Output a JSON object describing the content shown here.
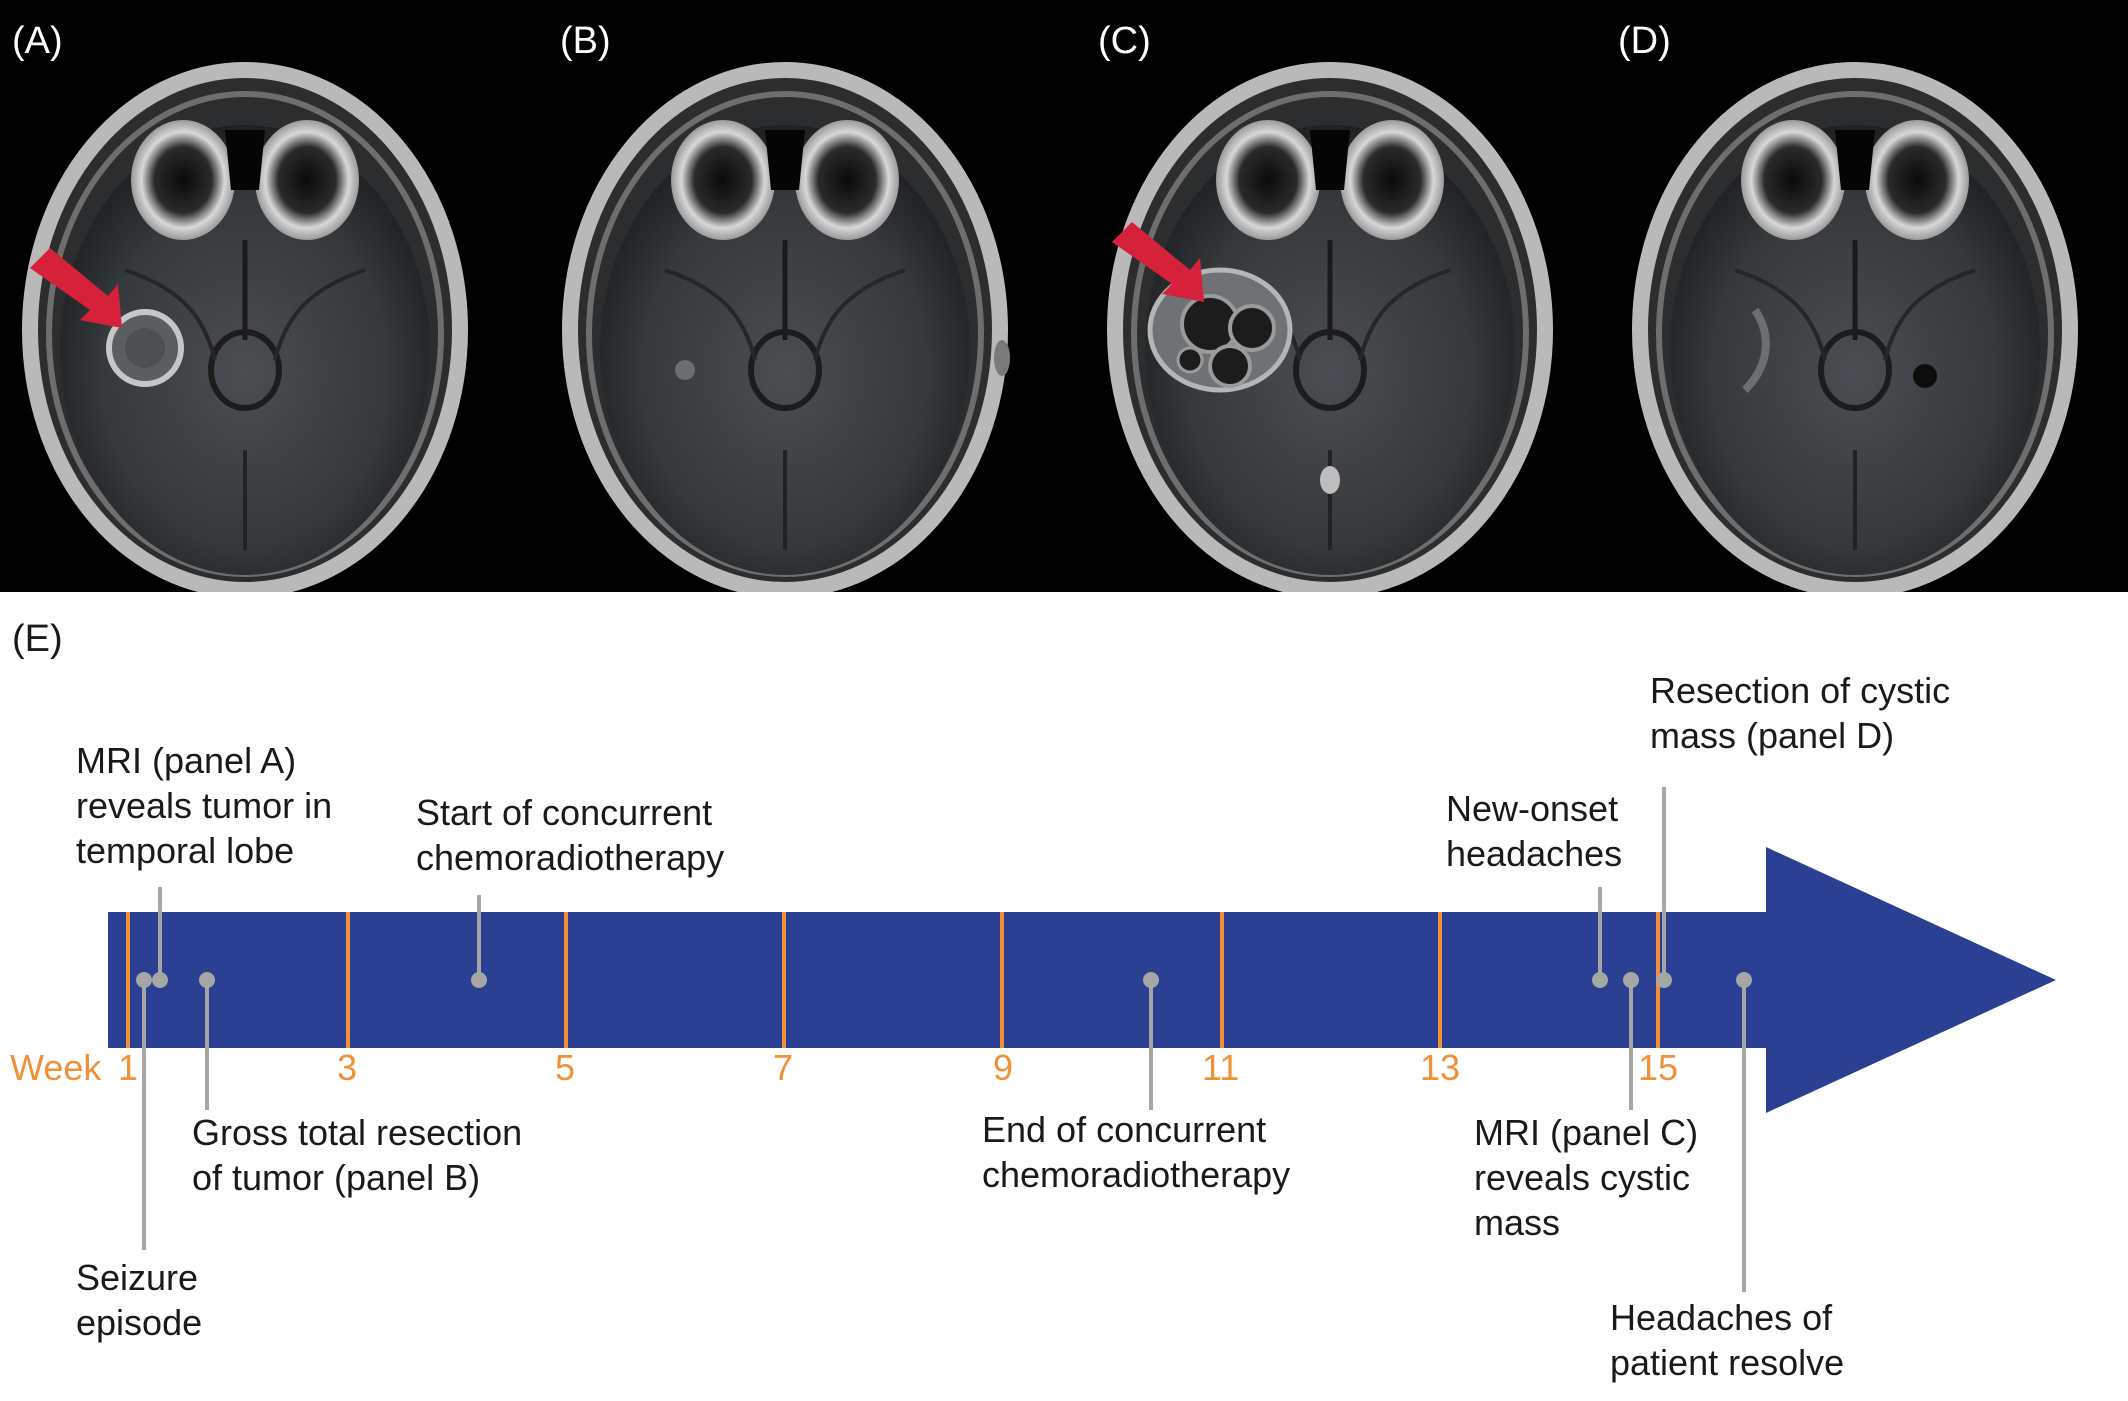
{
  "panels": {
    "a": "(A)",
    "b": "(B)",
    "c": "(C)",
    "d": "(D)",
    "e": "(E)"
  },
  "colors": {
    "timeline_bar": "#2b3f93",
    "tick": "#f0913a",
    "marker": "#a6a6a6",
    "arrow": "#d6213a",
    "text": "#1a1a1a"
  },
  "timeline": {
    "axis_label": "Week",
    "ticks": [
      "1",
      "3",
      "5",
      "7",
      "9",
      "11",
      "13",
      "15"
    ]
  },
  "events": {
    "seizure": [
      "Seizure",
      "episode"
    ],
    "mri_a": [
      "MRI (panel A)",
      "reveals tumor in",
      "temporal lobe"
    ],
    "resection": [
      "Gross total resection",
      "of tumor (panel B)"
    ],
    "chemo_start": [
      "Start of concurrent",
      "chemoradiotherapy"
    ],
    "chemo_end": [
      "End of concurrent",
      "chemoradiotherapy"
    ],
    "headache_onset": [
      "New-onset",
      "headaches"
    ],
    "mri_c": [
      "MRI (panel C)",
      "reveals cystic",
      "mass"
    ],
    "cyst_resection": [
      "Resection of cystic",
      "mass (panel D)"
    ],
    "headache_resolve": [
      "Headaches of",
      "patient resolve"
    ]
  }
}
